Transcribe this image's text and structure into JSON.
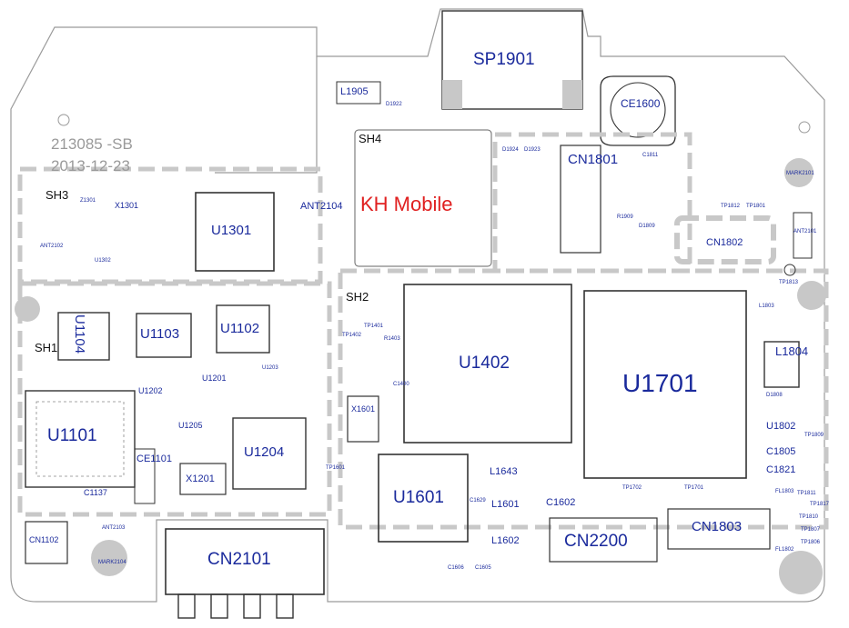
{
  "board": {
    "marking": {
      "line1": "213085 -SB",
      "line2": "2013-12-23"
    },
    "brand": "KH Mobile",
    "colors": {
      "outline": "#9a9a9a",
      "component": "#1a2a9c",
      "brand": "#e02020",
      "shield": "#c8c8c8"
    }
  },
  "labels": {
    "sp1901": "SP1901",
    "ce1600": "CE1600",
    "l1905": "L1905",
    "d1922": "D1922",
    "sh4": "SH4",
    "sh3": "SH3",
    "sh2": "SH2",
    "sh1": "SH1",
    "cn1801": "CN1801",
    "cn1802": "CN1802",
    "ant2104": "ANT2104",
    "u1301": "U1301",
    "u1103": "U1103",
    "u1102": "U1102",
    "u1104": "U1104",
    "u1101": "U1101",
    "u1204": "U1204",
    "u1201": "U1201",
    "u1205": "U1205",
    "u1202": "U1202",
    "u1203": "U1203",
    "u1302": "U1302",
    "x1301": "X1301",
    "z1301": "Z1301",
    "u1402": "U1402",
    "u1701": "U1701",
    "u1601": "U1601",
    "u1802": "U1802",
    "l1804": "L1804",
    "l1803": "L1803",
    "l1643": "L1643",
    "l1601": "L1601",
    "l1602": "L1602",
    "x1601": "X1601",
    "x1201": "X1201",
    "ce1101": "CE1101",
    "c1137": "C1137",
    "cn2101": "CN2101",
    "cn2200": "CN2200",
    "cn1803": "CN1803",
    "cn1102": "CN1102",
    "ant2103": "ANT2103",
    "ant2102": "ANT2102",
    "ant2101": "ANT2101",
    "mark2104": "MARK2104",
    "mark2101": "MARK2101",
    "c1805": "C1805",
    "c1821": "C1821",
    "c1602": "C1602",
    "c1629": "C1629",
    "c1606": "C1606",
    "c1605": "C1605",
    "c1811": "C1811",
    "tp1813": "TP1813",
    "tp1812": "TP1812",
    "tp1801": "TP1801",
    "tp1402": "TP1402",
    "tp1401": "TP1401",
    "tp1601": "TP1601",
    "tp1702": "TP1702",
    "tp1701": "TP1701",
    "tp1811": "TP1811",
    "tp1810": "TP1810",
    "tp1807": "TP1807",
    "tp1806": "TP1806",
    "tp1817": "TP1817",
    "fl1803": "FL1803",
    "fl1802": "FL1802",
    "d1924": "D1924",
    "d1923": "D1923",
    "r1403": "R1403",
    "c1400": "C1400",
    "r1909": "R1909",
    "d1809": "D1809",
    "d1808": "D1808",
    "tp1809": "TP1809"
  }
}
